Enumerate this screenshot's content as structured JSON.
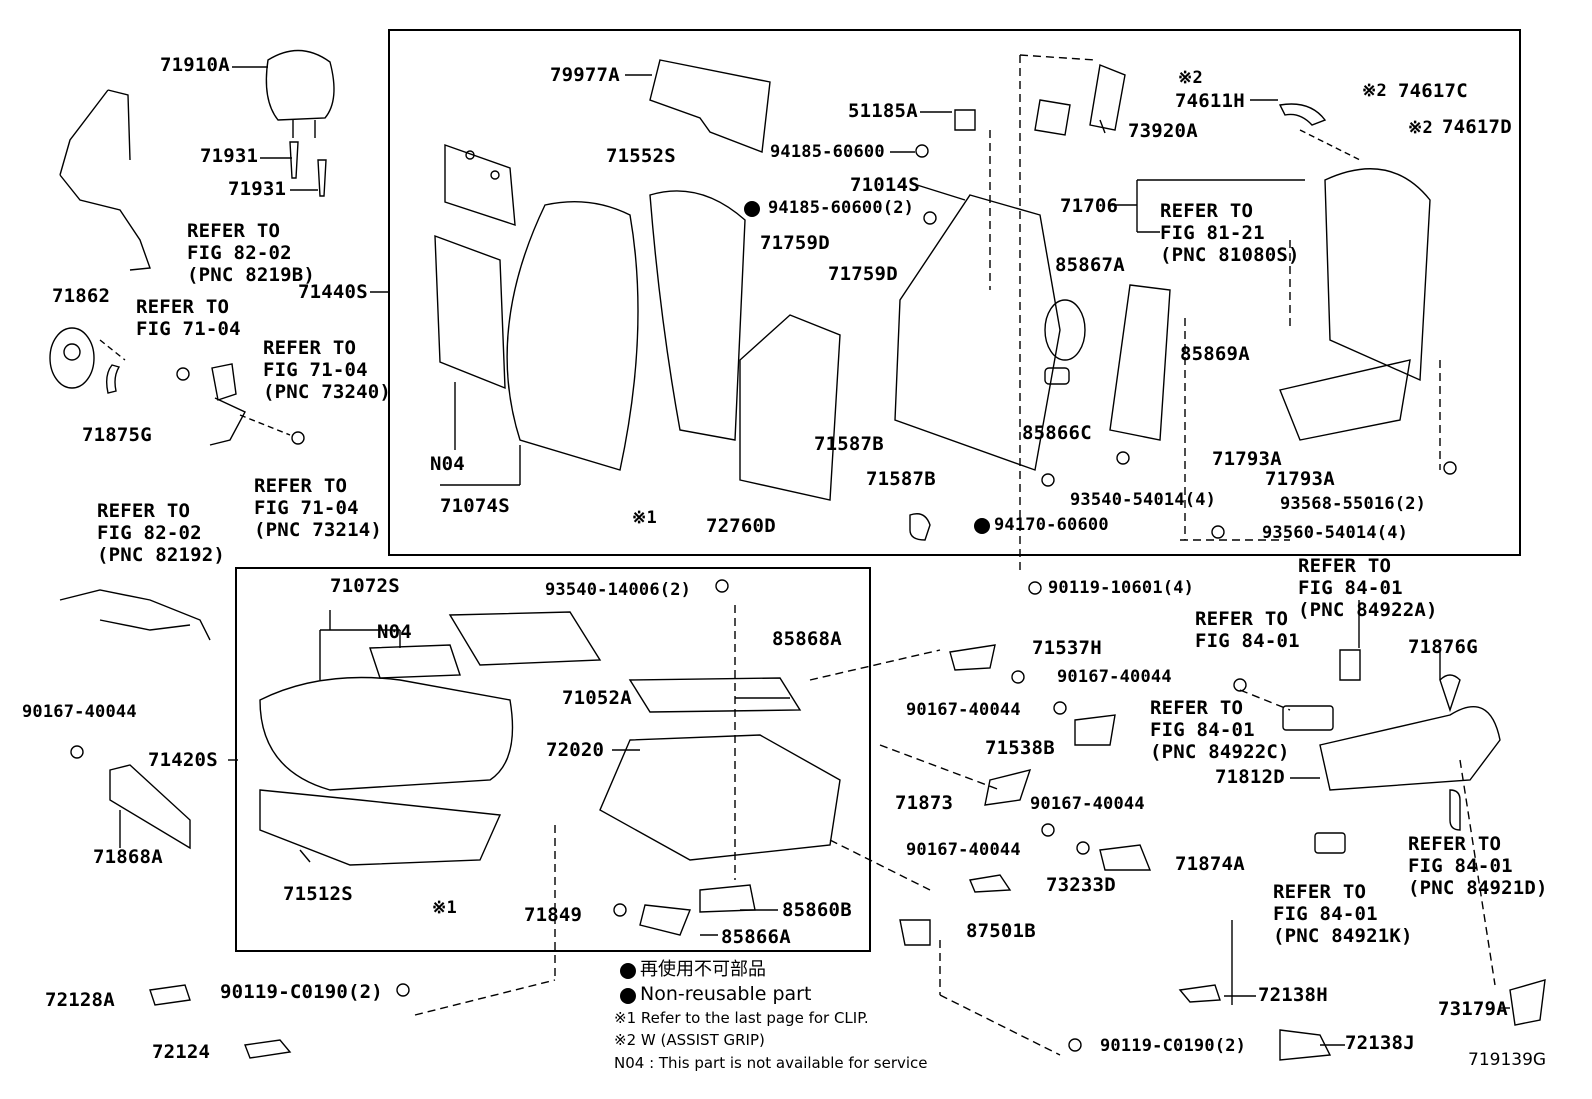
{
  "labels": {
    "p71910A": "71910A",
    "p71931a": "71931",
    "p71931b": "71931",
    "refer8202a": "REFER TO",
    "refer8202a_fig": "FIG 82-02",
    "refer8202a_pnc": "(PNC 8219B)",
    "p71440S": "71440S",
    "p71862": "71862",
    "refer7104a": "REFER TO",
    "refer7104a_fig": "FIG 71-04",
    "refer7104b": "REFER TO",
    "refer7104b_fig": "FIG 71-04",
    "refer7104b_pnc": "(PNC 73240)",
    "p71875G": "71875G",
    "refer7104c": "REFER TO",
    "refer7104c_fig": "FIG 71-04",
    "refer7104c_pnc": "(PNC 73214)",
    "refer8202b": "REFER TO",
    "refer8202b_fig": "FIG 82-02",
    "refer8202b_pnc": "(PNC 82192)",
    "p90167a": "90167-40044",
    "p71420S": "71420S",
    "p71868A": "71868A",
    "p72128A": "72128A",
    "p90119C": "90119-C0190(2)",
    "p72124": "72124",
    "p79977A": "79977A",
    "p71552S": "71552S",
    "pN04a": "N04",
    "p71074S": "71074S",
    "clip1a": "※1",
    "p51185A": "51185A",
    "p94185a": "94185-60600",
    "p94185b": "94185-60600(2)",
    "p71014S": "71014S",
    "p71759Da": "71759D",
    "p71759Db": "71759D",
    "p71587Ba": "71587B",
    "p71587Bb": "71587B",
    "p72760D": "72760D",
    "p94170": "94170-60600",
    "p73920A": "73920A",
    "p85867A": "85867A",
    "p85869A": "85869A",
    "p85866C": "85866C",
    "p93540a": "93540-54014(4)",
    "p71706": "71706",
    "refer8121": "REFER TO",
    "refer8121_fig": "FIG 81-21",
    "refer8121_pnc": "(PNC 81080S)",
    "mark2a": "※2",
    "p74611H": "74611H",
    "mark2b": "※2",
    "p74617C": "74617C",
    "mark2c": "※2",
    "p74617D": "74617D",
    "p71793Aa": "71793A",
    "p71793Ab": "71793A",
    "p93568": "93568-55016(2)",
    "p93560": "93560-54014(4)",
    "p71072S": "71072S",
    "pN04b": "N04",
    "p93540b": "93540-14006(2)",
    "p85868A": "85868A",
    "p71052A": "71052A",
    "p72020": "72020",
    "p71512S": "71512S",
    "clip1b": "※1",
    "p71849": "71849",
    "p85860B": "85860B",
    "p85866A": "85866A",
    "p90119_10601": "90119-10601(4)",
    "p71537H": "71537H",
    "p90167b": "90167-40044",
    "p90167c": "90167-40044",
    "p71538B": "71538B",
    "p71873": "71873",
    "p90167d": "90167-40044",
    "p90167e": "90167-40044",
    "p73233D": "73233D",
    "p71874A": "71874A",
    "p87501B": "87501B",
    "refer8401a": "REFER TO",
    "refer8401a_fig": "FIG 84-01",
    "refer8401a_pnc": "(PNC 84922A)",
    "refer8401b": "REFER TO",
    "refer8401b_fig": "FIG 84-01",
    "p71876G": "71876G",
    "refer8401c": "REFER TO",
    "refer8401c_fig": "FIG 84-01",
    "refer8401c_pnc": "(PNC 84922C)",
    "p71812D": "71812D",
    "refer8401d": "REFER TO",
    "refer8401d_fig": "FIG 84-01",
    "refer8401d_pnc": "(PNC 84921D)",
    "refer8401e": "REFER TO",
    "refer8401e_fig": "FIG 84-01",
    "refer8401e_pnc": "(PNC 84921K)",
    "p72138H": "72138H",
    "p72138J": "72138J",
    "p73179A": "73179A",
    "p90119C2": "90119-C0190(2)"
  },
  "legend": {
    "jp": "再使用不可部品",
    "en": "Non-reusable part",
    "note1": "※1  Refer to the last page for CLIP.",
    "note2": "※2  W (ASSIST GRIP)",
    "note3": "N04 : This part is not available for service"
  },
  "figure_id": "719139G"
}
